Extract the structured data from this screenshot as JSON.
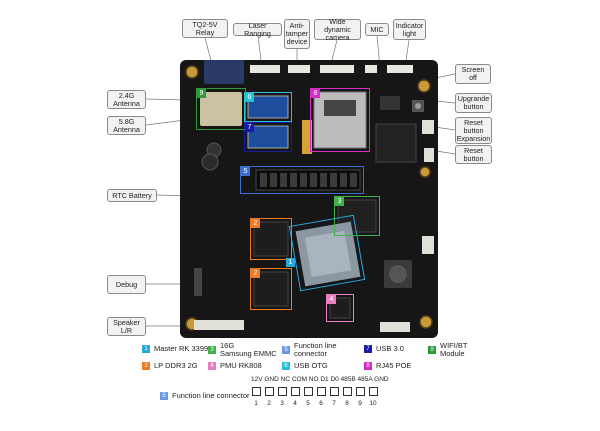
{
  "callouts": [
    {
      "id": "relay",
      "text": "TQ2-5V\nRelay"
    },
    {
      "id": "laser",
      "text": "Laser Ranging"
    },
    {
      "id": "antitamper",
      "text": "Anti-\ntamper\ndevice"
    },
    {
      "id": "wdr",
      "text": "Wide dynamic\ncamera"
    },
    {
      "id": "mic",
      "text": "MIC"
    },
    {
      "id": "indicator",
      "text": "Indicator\nlight"
    },
    {
      "id": "screenoff",
      "text": "Screen\noff"
    },
    {
      "id": "upgrade",
      "text": "Upgrande\nbutton"
    },
    {
      "id": "resetexp",
      "text": "Reset\nbutton\nExpansion"
    },
    {
      "id": "reset",
      "text": "Reset\nbutton"
    },
    {
      "id": "ant24",
      "text": "2.4G\nAntenna"
    },
    {
      "id": "ant58",
      "text": "5.8G\nAntenna"
    },
    {
      "id": "rtc",
      "text": "RTC Battery"
    },
    {
      "id": "debug",
      "text": "Debug"
    },
    {
      "id": "speaker",
      "text": "Speaker\nL/R"
    }
  ],
  "board_markers": [
    {
      "num": "1",
      "color": "#29a8e0"
    },
    {
      "num": "2",
      "color": "#f07a22"
    },
    {
      "num": "2",
      "color": "#f07a22"
    },
    {
      "num": "3",
      "color": "#3fb24a"
    },
    {
      "num": "4",
      "color": "#e67ec1"
    },
    {
      "num": "5",
      "color": "#3c6fd1"
    },
    {
      "num": "6",
      "color": "#26c1d6"
    },
    {
      "num": "7",
      "color": "#1a1aa8"
    },
    {
      "num": "8",
      "color": "#d82cc9"
    },
    {
      "num": "9",
      "color": "#2f9a3c"
    }
  ],
  "legend": [
    {
      "num": "1",
      "label": "Master RK 3399",
      "color": "#29a8e0"
    },
    {
      "num": "3",
      "label": "16G\nSamsung EMMC",
      "color": "#3fb24a"
    },
    {
      "num": "5",
      "label": "Function line\nconnector",
      "color": "#6a9be0"
    },
    {
      "num": "7",
      "label": "USB  3.0",
      "color": "#1a1aa8"
    },
    {
      "num": "9",
      "label": "WIFI/BT\nModule",
      "color": "#2f9a3c"
    },
    {
      "num": "2",
      "label": "LP  DDR3  2G",
      "color": "#f07a22"
    },
    {
      "num": "4",
      "label": "PMU  RK808",
      "color": "#e67ec1"
    },
    {
      "num": "6",
      "label": "USB  OTG",
      "color": "#26c1d6"
    },
    {
      "num": "8",
      "label": "RJ45  POE",
      "color": "#d82cc9"
    }
  ],
  "function_connector": {
    "num": "5",
    "label": "Function line connector",
    "color": "#6a9be0",
    "pin_header": "12V GND NC COM NO D1  D0 485B 485A GND",
    "pins": [
      "1",
      "2",
      "3",
      "4",
      "5",
      "6",
      "7",
      "8",
      "9",
      "10"
    ]
  }
}
